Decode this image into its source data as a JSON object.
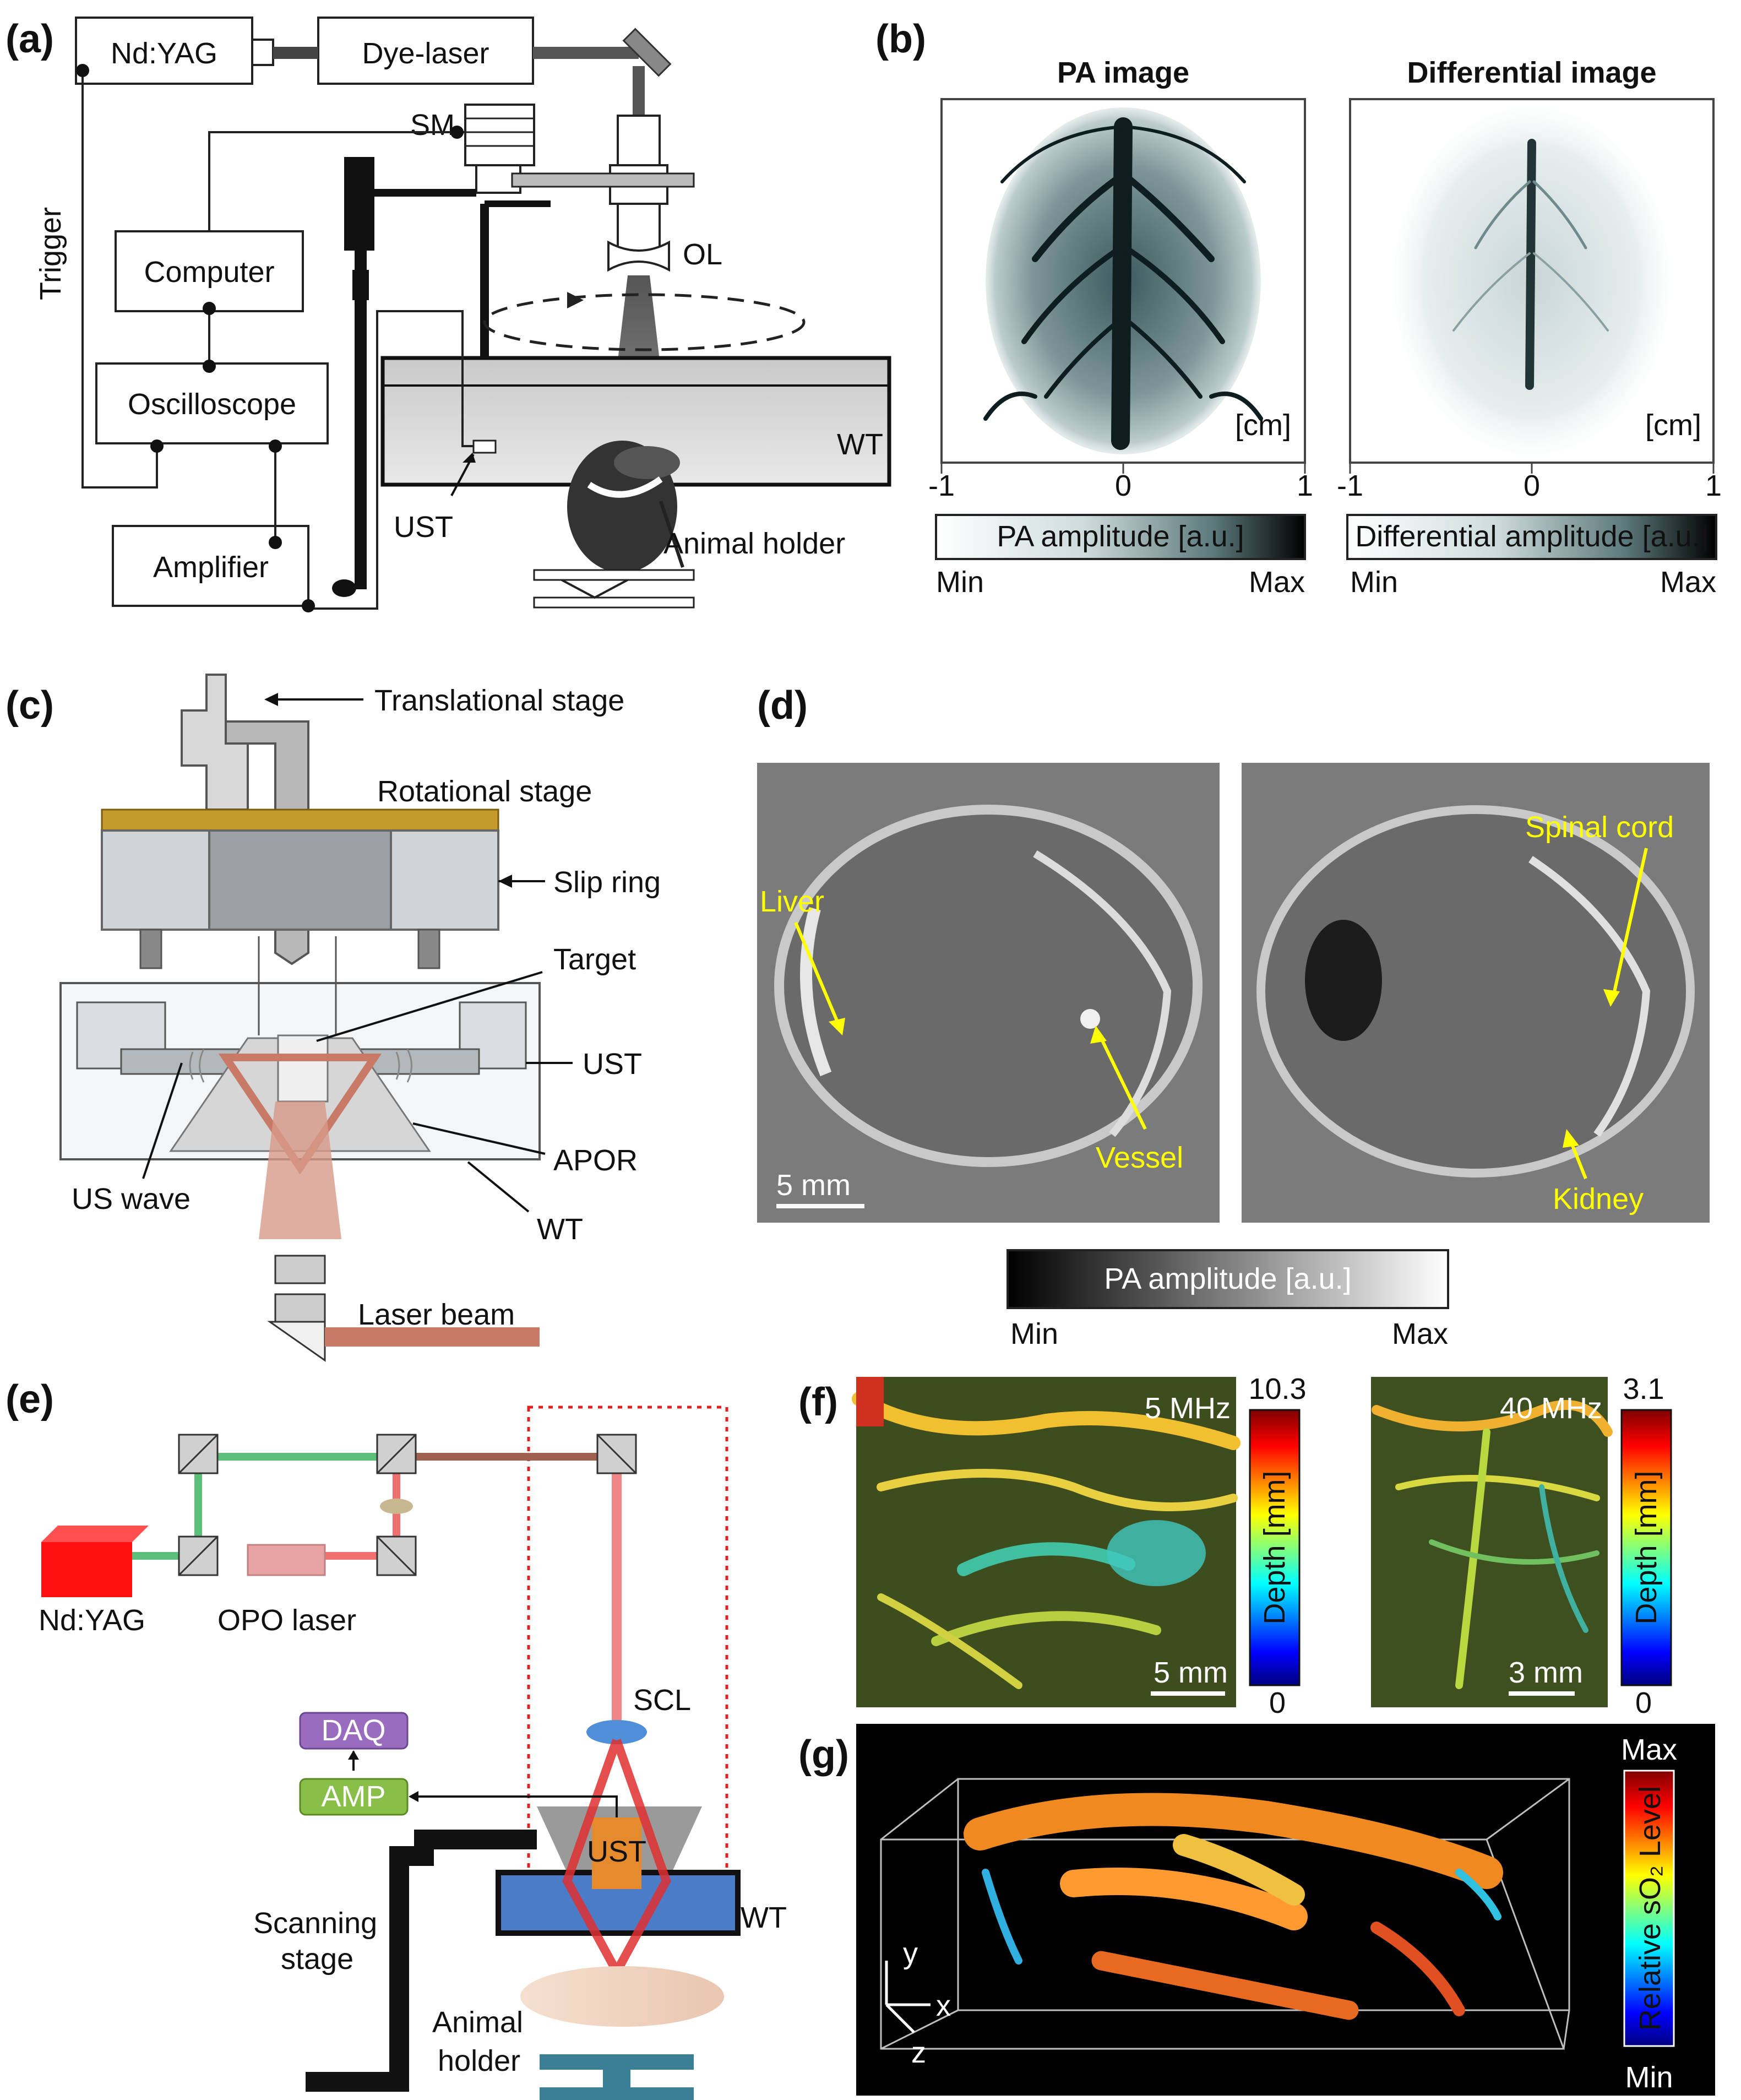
{
  "panels": {
    "a": {
      "letter": "(a)",
      "labels": {
        "ndyag": "Nd:YAG",
        "dye": "Dye-laser",
        "sm": "SM",
        "trigger": "Trigger",
        "computer": "Computer",
        "oscilloscope": "Oscilloscope",
        "amplifier": "Amplifier",
        "ol": "OL",
        "wt": "WT",
        "ust": "UST",
        "holder": "Animal holder"
      }
    },
    "b": {
      "letter": "(b)",
      "left_title": "PA image",
      "right_title": "Differential image",
      "unit": "[cm]",
      "ticks": [
        "-1",
        "0",
        "1"
      ],
      "left_bar": "PA amplitude [a.u.]",
      "right_bar": "Differential amplitude [a.u.]",
      "min": "Min",
      "max": "Max"
    },
    "c": {
      "letter": "(c)",
      "labels": {
        "translational": "Translational stage",
        "rotational": "Rotational stage",
        "slip": "Slip ring",
        "target": "Target",
        "ust": "UST",
        "apor": "APOR",
        "uswave": "US wave",
        "wt": "WT",
        "laser": "Laser beam"
      }
    },
    "d": {
      "letter": "(d)",
      "liver": "Liver",
      "vessel": "Vessel",
      "spinal": "Spinal cord",
      "kidney": "Kidney",
      "scale": "5 mm",
      "bar": "PA amplitude [a.u.]",
      "min": "Min",
      "max": "Max"
    },
    "e": {
      "letter": "(e)",
      "labels": {
        "ndyag": "Nd:YAG",
        "opo": "OPO laser",
        "daq": "DAQ",
        "amp": "AMP",
        "scl": "SCL",
        "ust": "UST",
        "wt": "WT",
        "scanning": "Scanning",
        "stage": "stage",
        "animal": "Animal",
        "holder": "holder"
      }
    },
    "f": {
      "letter": "(f)",
      "left_freq": "5 MHz",
      "left_scale": "5 mm",
      "left_max": "10.3",
      "left_min": "0",
      "right_freq": "40 MHz",
      "right_scale": "3 mm",
      "right_max": "3.1",
      "right_min": "0",
      "bar_label": "Depth [mm]"
    },
    "g": {
      "letter": "(g)",
      "max": "Max",
      "min": "Min",
      "bar_label": "Relative sO₂ Level",
      "ax_y": "y",
      "ax_x": "x",
      "ax_z": "z"
    }
  }
}
